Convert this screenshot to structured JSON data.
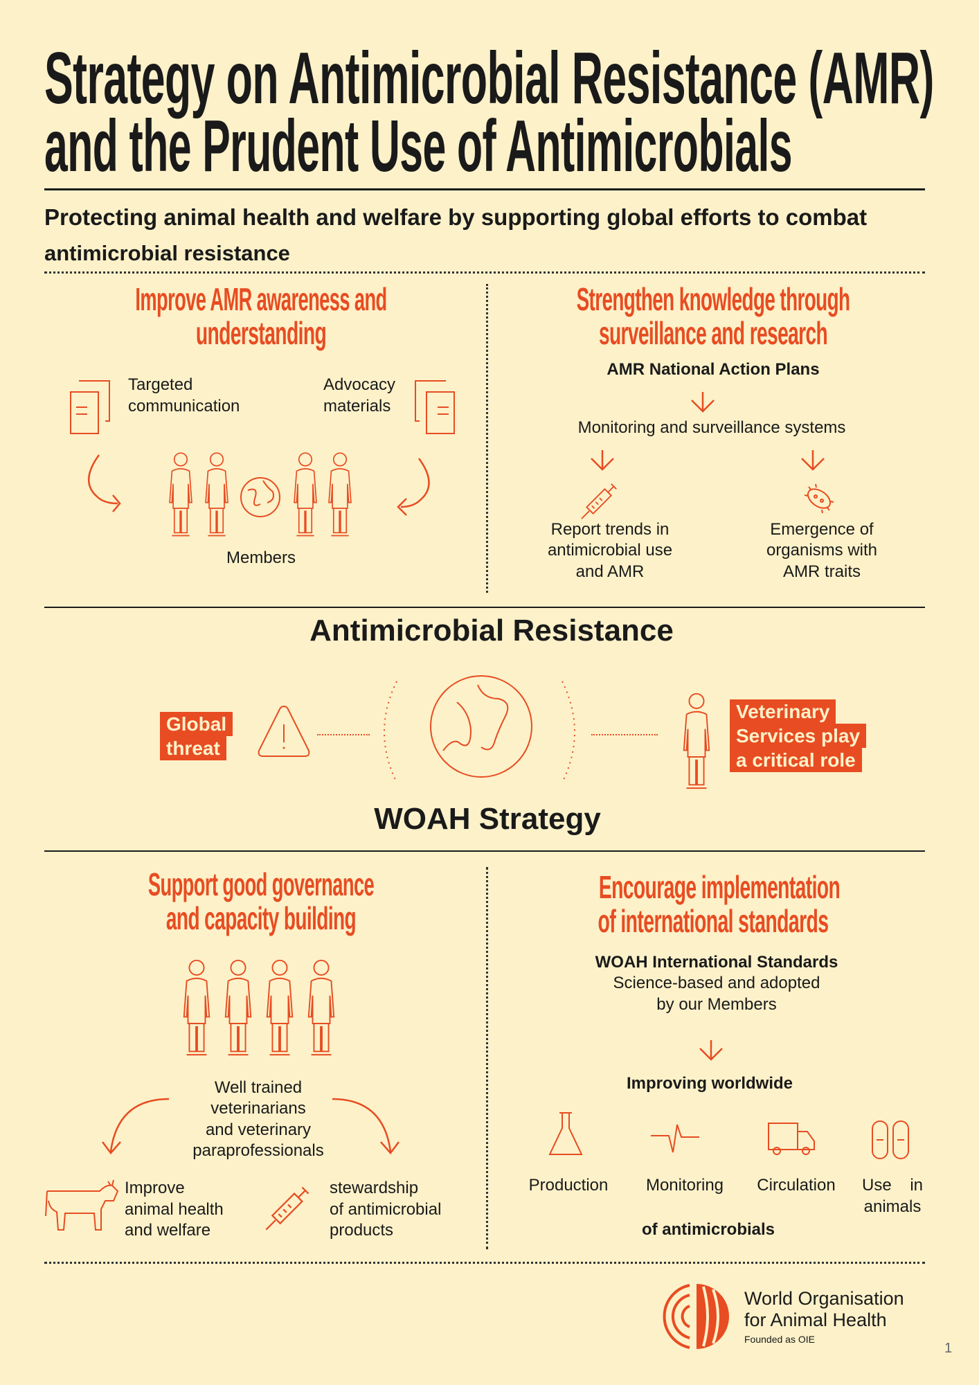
{
  "title": {
    "line1": "Strategy on Antimicrobial Resistance (AMR)",
    "line2": "and the Prudent Use of Antimicrobials"
  },
  "subtitle": {
    "line1": "Protecting animal health and welfare by supporting global efforts to combat",
    "line2": "antimicrobial resistance"
  },
  "awareness": {
    "heading": [
      "Improve AMR awareness and",
      "understanding"
    ],
    "targeted": [
      "Targeted",
      "communication"
    ],
    "advocacy": [
      "Advocacy",
      "materials"
    ],
    "members": "Members"
  },
  "knowledge": {
    "heading": [
      "Strengthen knowledge through",
      "surveillance and research"
    ],
    "plans": "AMR National Action Plans",
    "monitoring": "Monitoring and surveillance systems",
    "report": [
      "Report trends in",
      "antimicrobial use",
      "and AMR"
    ],
    "emergence": [
      "Emergence of",
      "organisms with",
      "AMR traits"
    ]
  },
  "center": {
    "amr_title": "Antimicrobial Resistance",
    "global_threat": [
      "Global",
      "threat"
    ],
    "veterinary": [
      "Veterinary",
      "Services play",
      "a critical role"
    ],
    "woah_strategy": "WOAH Strategy"
  },
  "governance": {
    "heading": [
      "Support good governance",
      "and capacity building"
    ],
    "trained": [
      "Well trained",
      "veterinarians",
      "and veterinary",
      "paraprofessionals"
    ],
    "improve": [
      "Improve",
      "animal health",
      "and welfare"
    ],
    "stewardship": [
      "stewardship",
      "of antimicrobial",
      "products"
    ]
  },
  "standards": {
    "heading": [
      "Encourage  implementation",
      "of international standards"
    ],
    "woah_standards": "WOAH International Standards",
    "science": [
      "Science-based and adopted",
      "by our Members"
    ],
    "improving": "Improving worldwide",
    "items": [
      "Production",
      "Monitoring",
      "Circulation"
    ],
    "use": [
      "Use    in",
      "animals"
    ],
    "of_antimicrobials": "of antimicrobials"
  },
  "footer": {
    "org": [
      "World Organisation",
      "for Animal Health"
    ],
    "founded": "Founded as OIE",
    "page": "1"
  },
  "colors": {
    "accent": "#E84C22",
    "background": "#FCF1C9"
  }
}
